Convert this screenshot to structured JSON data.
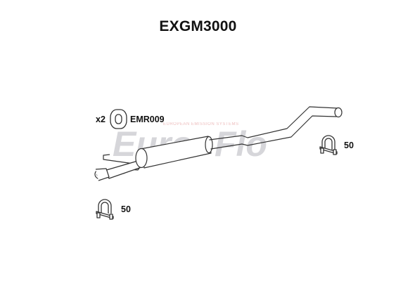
{
  "title": "EXGM3000",
  "watermark": {
    "brand_part1": "Euro",
    "brand_part2": "Flo",
    "tagline": "EUROPEAN EMISSION SYSTEMS"
  },
  "labels": {
    "rubber_qty": "x2",
    "rubber_part": "EMR009",
    "clamp_right_size": "50",
    "clamp_left_size": "50"
  },
  "colors": {
    "line": "#333333",
    "watermark_grey": "#c8c8cc",
    "watermark_red": "#f0b8b8"
  }
}
